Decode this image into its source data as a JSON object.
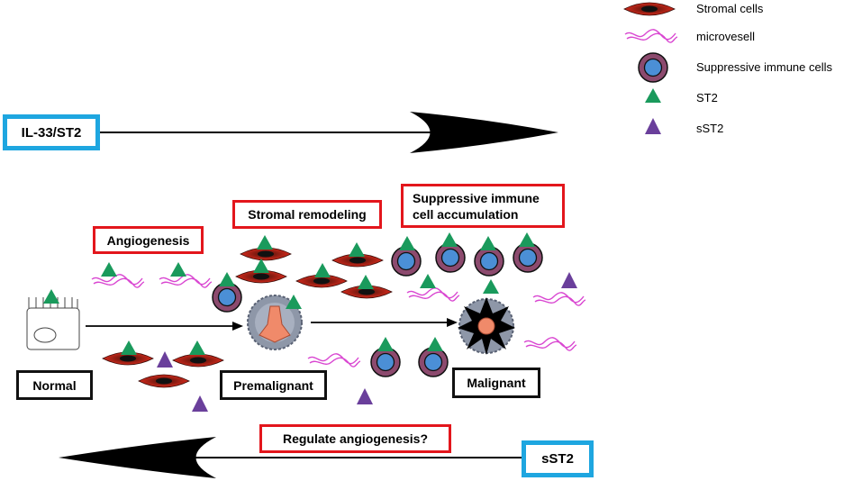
{
  "legend": {
    "stromal": "Stromal cells",
    "microvessel": "microvesell",
    "suppressive": "Suppressive immune cells",
    "st2": "ST2",
    "sst2": "sST2"
  },
  "top_arrow_label": "IL-33/ST2",
  "bottom_arrow_label": "sST2",
  "processes": {
    "angiogenesis": "Angiogenesis",
    "stromal_remodeling": "Stromal remodeling",
    "immune_line1": "Suppressive immune",
    "immune_line2": "cell accumulation",
    "regulate": "Regulate angiogenesis?"
  },
  "stages": {
    "normal": "Normal",
    "premalignant": "Premalignant",
    "malignant": "Malignant"
  },
  "colors": {
    "st2": "#1a9a5c",
    "sst2": "#6a3f9b",
    "stromal": "#d62a1c",
    "microvessel": "#d946d1",
    "immune_outer": "#8c4a6e",
    "immune_inner": "#4b8fd6",
    "red_box": "#e3161c",
    "blue_box": "#1ea6e0"
  }
}
